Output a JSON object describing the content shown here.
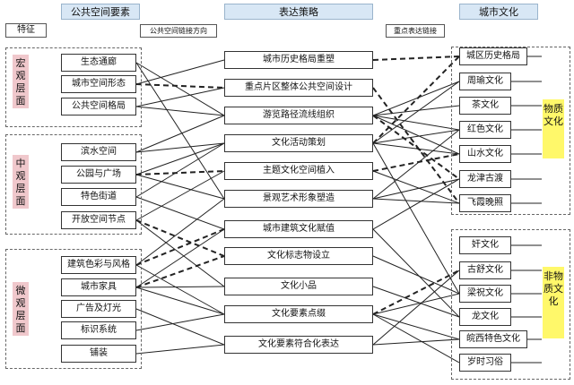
{
  "headers": {
    "public_space_elements": "公共空间要素",
    "expression_strategy": "表达策略",
    "urban_culture": "城市文化"
  },
  "tags": {
    "feature": "特征",
    "public_space_link_direction": "公共空间链接方向",
    "key_expression_link": "重点表达链接"
  },
  "layers": {
    "macro": "宏观层面",
    "meso": "中观层面",
    "micro": "微观层面"
  },
  "culture_groups": {
    "material": "物质文化",
    "non_material": "非物质文化"
  },
  "elements": [
    "生态通廊",
    "城市空间形态",
    "公共空间格局",
    "滨水空间",
    "公园与广场",
    "特色街道",
    "开放空间节点",
    "建筑色彩与风格",
    "城市家具",
    "广告及灯光",
    "标识系统",
    "铺装"
  ],
  "strategies": [
    "城市历史格局重塑",
    "重点片区整体公共空间设计",
    "游览路径流线组织",
    "文化活动策划",
    "主题文化空间植入",
    "景观艺术形象塑造",
    "城市建筑文化赋值",
    "文化标志物设立",
    "文化小品",
    "文化要素点缀",
    "文化要素符合化表达"
  ],
  "cultures": [
    "城区历史格局",
    "周瑜文化",
    "茶文化",
    "红色文化",
    "山水文化",
    "龙津古渡",
    "飞霞晚照",
    "奸文化",
    "古舒文化",
    "梁祝文化",
    "龙文化",
    "皖西特色文化",
    "岁时习俗"
  ],
  "links_left": [
    [
      0,
      2
    ],
    [
      0,
      5
    ],
    [
      1,
      0
    ],
    [
      2,
      1
    ],
    [
      2,
      2
    ],
    [
      3,
      2
    ],
    [
      3,
      3
    ],
    [
      4,
      3
    ],
    [
      4,
      5
    ],
    [
      5,
      3
    ],
    [
      5,
      6
    ],
    [
      6,
      4
    ],
    [
      6,
      8
    ],
    [
      7,
      5
    ],
    [
      7,
      9
    ],
    [
      8,
      6
    ],
    [
      8,
      8
    ],
    [
      8,
      9
    ],
    [
      9,
      10
    ],
    [
      10,
      9
    ],
    [
      11,
      10
    ]
  ],
  "links_left_dashed": [
    [
      1,
      1
    ],
    [
      4,
      4
    ],
    [
      6,
      7
    ],
    [
      7,
      6
    ],
    [
      8,
      7
    ]
  ],
  "links_right": [
    [
      2,
      1
    ],
    [
      2,
      2
    ],
    [
      2,
      3
    ],
    [
      2,
      4
    ],
    [
      3,
      1
    ],
    [
      3,
      3
    ],
    [
      3,
      4
    ],
    [
      3,
      9
    ],
    [
      4,
      6
    ],
    [
      5,
      3
    ],
    [
      5,
      5
    ],
    [
      5,
      6
    ],
    [
      6,
      5
    ],
    [
      6,
      10
    ],
    [
      7,
      9
    ],
    [
      8,
      10
    ],
    [
      9,
      9
    ],
    [
      9,
      11
    ],
    [
      9,
      12
    ],
    [
      10,
      8
    ],
    [
      10,
      11
    ]
  ],
  "links_right_dashed": [
    [
      0,
      0
    ],
    [
      1,
      6
    ],
    [
      2,
      5
    ],
    [
      3,
      0
    ],
    [
      4,
      4
    ],
    [
      9,
      8
    ]
  ]
}
